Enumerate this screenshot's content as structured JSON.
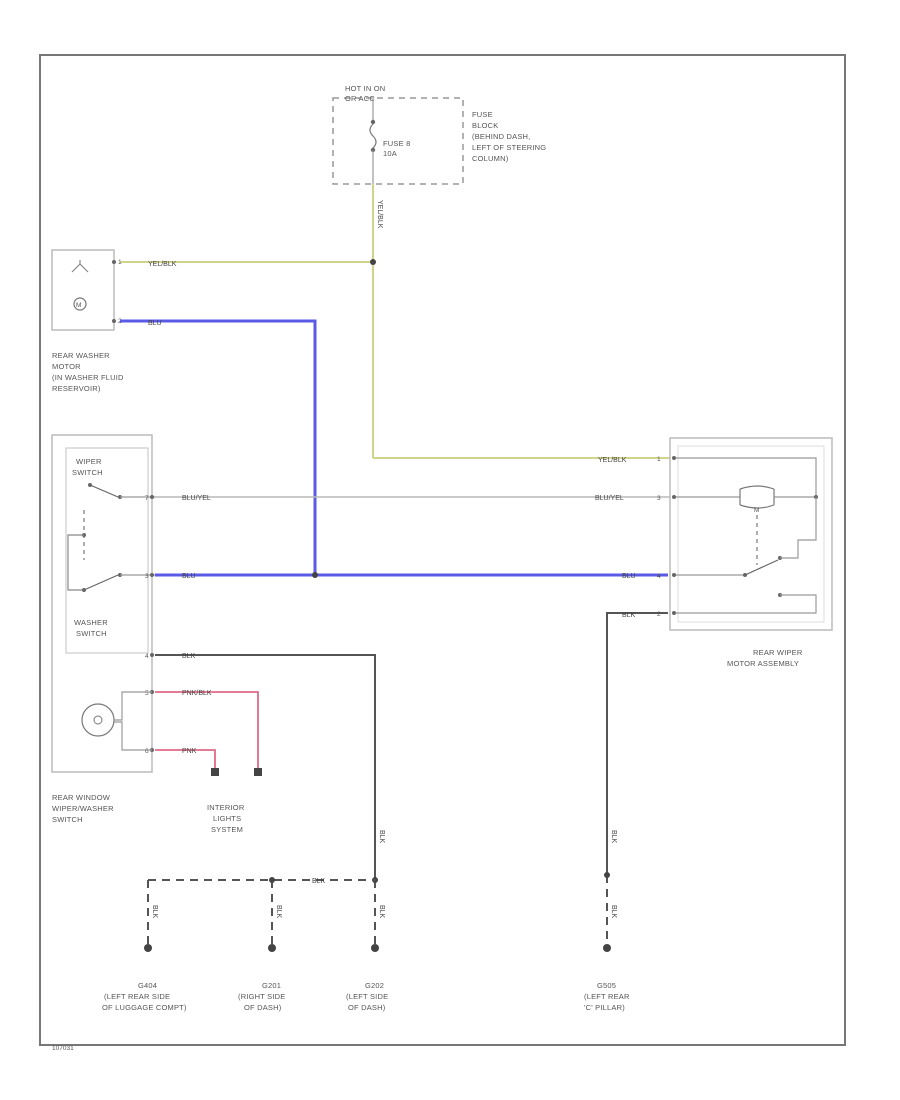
{
  "power": {
    "line1": "HOT IN ON",
    "line2": "OR ACC"
  },
  "fuse": {
    "name": "FUSE 8",
    "rating": "10A"
  },
  "fuse_block": {
    "lines": [
      "FUSE",
      "BLOCK",
      "(BEHIND DASH,",
      "LEFT OF STEERING",
      "COLUMN)"
    ]
  },
  "washer_motor": {
    "lines": [
      "REAR WASHER",
      "MOTOR",
      "(IN WASHER FLUID",
      "RESERVOIR)"
    ],
    "pins": [
      "1",
      "2"
    ]
  },
  "switch": {
    "wiper_label": [
      "WIPER",
      "SWITCH"
    ],
    "washer_label": [
      "WASHER",
      "SWITCH"
    ],
    "lines": [
      "REAR WINDOW",
      "WIPER/WASHER",
      "SWITCH"
    ],
    "pins": [
      "7",
      "3",
      "4",
      "5",
      "6"
    ]
  },
  "wiper_motor": {
    "lines": [
      "REAR WIPER",
      "MOTOR ASSEMBLY"
    ],
    "pins": [
      "1",
      "3",
      "4",
      "2"
    ]
  },
  "interior_lights": {
    "lines": [
      "INTERIOR",
      "LIGHTS",
      "SYSTEM"
    ]
  },
  "wires": {
    "yel_blk": "YEL/BLK",
    "blu_yel": "BLU/YEL",
    "blu": "BLU",
    "blk": "BLK",
    "pnk_blk": "PNK/BLK",
    "pnk": "PNK"
  },
  "grounds": [
    {
      "id": "G404",
      "lines": [
        "(LEFT REAR SIDE",
        "OF LUGGAGE COMPT)"
      ]
    },
    {
      "id": "G201",
      "lines": [
        "(RIGHT SIDE",
        "OF DASH)"
      ]
    },
    {
      "id": "G202",
      "lines": [
        "(LEFT SIDE",
        "OF DASH)"
      ]
    },
    {
      "id": "G505",
      "lines": [
        "(LEFT REAR",
        "'C' PILLAR)"
      ]
    }
  ],
  "figure_id": "107031",
  "colors": {
    "yel_blk": "#cfd48a",
    "blu": "#5a5ae6",
    "pnk": "#e06a86",
    "blk": "#555555",
    "gray_wire": "#b8b8b8",
    "border": "#777777"
  }
}
